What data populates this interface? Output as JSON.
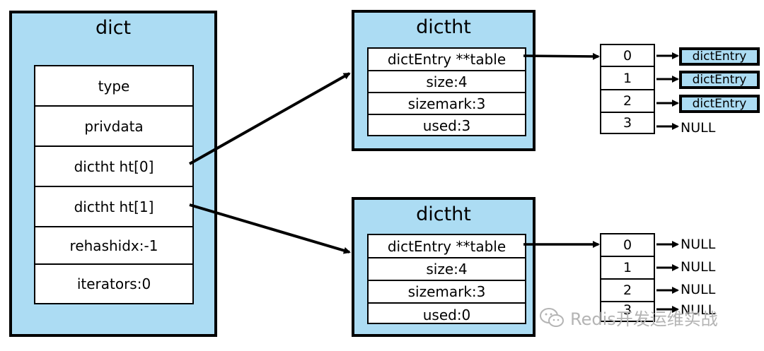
{
  "dict": {
    "title": "dict",
    "fields": [
      "type",
      "privdata",
      "dictht ht[0]",
      "dictht ht[1]",
      "rehashidx:-1",
      "iterators:0"
    ]
  },
  "ht0": {
    "title": "dictht",
    "fields": [
      "dictEntry **table",
      "size:4",
      "sizemark:3",
      "used:3"
    ],
    "slots": [
      "0",
      "1",
      "2",
      "3"
    ],
    "targets": [
      "dictEntry",
      "dictEntry",
      "dictEntry",
      "NULL"
    ]
  },
  "ht1": {
    "title": "dictht",
    "fields": [
      "dictEntry **table",
      "size:4",
      "sizemark:3",
      "used:0"
    ],
    "slots": [
      "0",
      "1",
      "2",
      "3"
    ],
    "targets": [
      "NULL",
      "NULL",
      "NULL",
      "NULL"
    ]
  },
  "watermark": {
    "text": "Redis开发运维实战",
    "icon": "wechat-icon"
  },
  "colors": {
    "box_fill": "#acdcf3",
    "stroke": "#000000",
    "watermark": "#b4b4b4"
  }
}
